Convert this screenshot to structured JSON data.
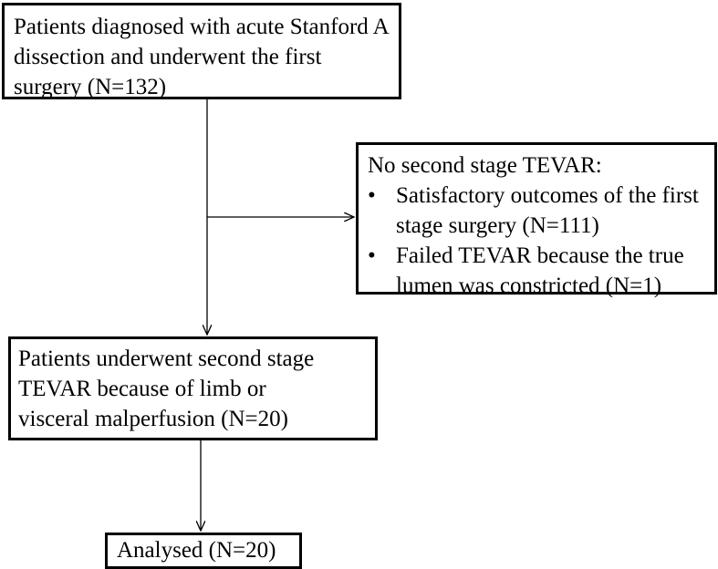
{
  "flowchart": {
    "start": {
      "lines": [
        "Patients diagnosed with acute Stanford A",
        "dissection and underwent the first",
        "surgery (N=132)"
      ]
    },
    "exclusion": {
      "heading": "No second stage TEVAR:",
      "bullet_symbol": "•",
      "items": [
        {
          "lines": [
            "Satisfactory outcomes of the first",
            "stage surgery (N=111)"
          ]
        },
        {
          "lines": [
            "Failed TEVAR because the true",
            "lumen was constricted (N=1)"
          ]
        }
      ]
    },
    "second_stage": {
      "lines": [
        "Patients underwent second stage",
        "TEVAR because of limb or",
        "visceral malperfusion (N=20)"
      ]
    },
    "analysed": {
      "label": "Analysed (N=20)"
    }
  }
}
